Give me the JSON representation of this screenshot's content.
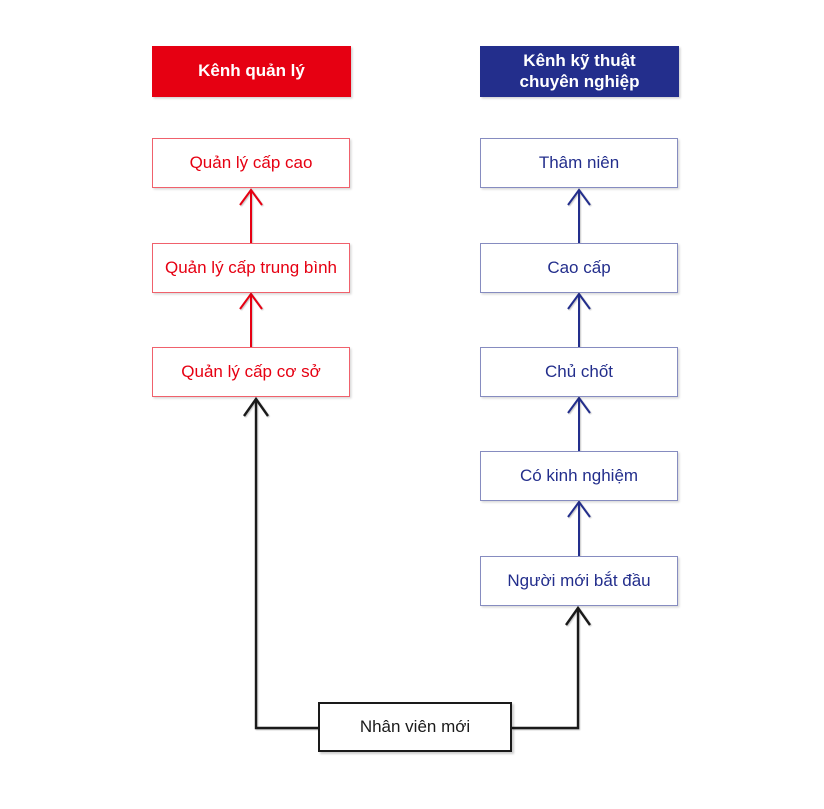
{
  "colors": {
    "management_red": "#e60012",
    "technical_navy": "#232e8c",
    "connector_black": "#1a1a1a"
  },
  "management_channel": {
    "header": "Kênh quản lý",
    "levels": [
      {
        "label": "Quản lý cấp cao"
      },
      {
        "label": "Quản lý cấp trung bình"
      },
      {
        "label": "Quản lý cấp cơ sở"
      }
    ]
  },
  "technical_channel": {
    "header": "Kênh kỹ thuật chuyên nghiệp",
    "levels": [
      {
        "label": "Thâm niên"
      },
      {
        "label": "Cao cấp"
      },
      {
        "label": "Chủ chốt"
      },
      {
        "label": "Có kinh nghiệm"
      },
      {
        "label": "Người mới bắt đầu"
      }
    ]
  },
  "entry_point": {
    "label": "Nhân viên mới"
  }
}
